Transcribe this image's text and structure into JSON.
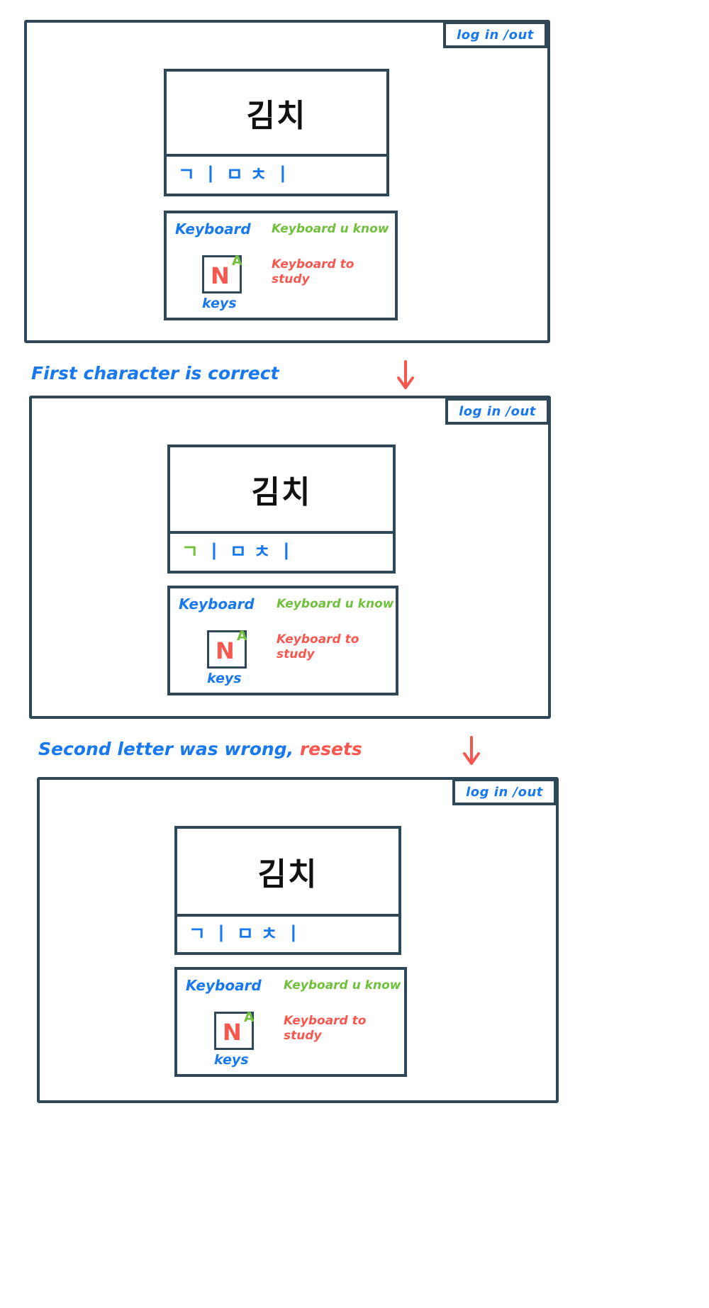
{
  "meta": {
    "ink_blue": "#1878f0",
    "ink_green": "#6fc13c",
    "ink_red": "#f8574f",
    "ink_outline": "#2f4858",
    "ink_black": "#111111"
  },
  "panels": [
    {
      "id": "state-initial",
      "login_button": "log in /out",
      "word_card": {
        "word": "김치",
        "jamo": [
          {
            "char": "ㄱ",
            "color": "#1878f0",
            "state": "pending"
          },
          {
            "char": "ㅣ",
            "color": "#1878f0",
            "state": "pending"
          },
          {
            "char": "ㅁ",
            "color": "#1878f0",
            "state": "pending"
          },
          {
            "char": "ㅊ",
            "color": "#1878f0",
            "state": "pending"
          },
          {
            "char": "ㅣ",
            "color": "#1878f0",
            "state": "pending"
          }
        ]
      },
      "keyboard": {
        "title": "Keyboard",
        "key": {
          "main": "N",
          "alt": "A"
        },
        "keys_label": "keys",
        "legend_known": "Keyboard u know",
        "legend_study": "Keyboard to\nstudy"
      }
    },
    {
      "id": "state-first-correct",
      "login_button": "log in /out",
      "word_card": {
        "word": "김치",
        "jamo": [
          {
            "char": "ㄱ",
            "color": "#6fc13c",
            "state": "correct"
          },
          {
            "char": "ㅣ",
            "color": "#1878f0",
            "state": "pending"
          },
          {
            "char": "ㅁ",
            "color": "#1878f0",
            "state": "pending"
          },
          {
            "char": "ㅊ",
            "color": "#1878f0",
            "state": "pending"
          },
          {
            "char": "ㅣ",
            "color": "#1878f0",
            "state": "pending"
          }
        ]
      },
      "keyboard": {
        "title": "Keyboard",
        "key": {
          "main": "N",
          "alt": "A"
        },
        "keys_label": "keys",
        "legend_known": "Keyboard u know",
        "legend_study": "Keyboard to\nstudy"
      }
    },
    {
      "id": "state-reset",
      "login_button": "log in /out",
      "word_card": {
        "word": "김치",
        "jamo": [
          {
            "char": "ㄱ",
            "color": "#1878f0",
            "state": "pending"
          },
          {
            "char": "ㅣ",
            "color": "#1878f0",
            "state": "pending"
          },
          {
            "char": "ㅁ",
            "color": "#1878f0",
            "state": "pending"
          },
          {
            "char": "ㅊ",
            "color": "#1878f0",
            "state": "pending"
          },
          {
            "char": "ㅣ",
            "color": "#1878f0",
            "state": "pending"
          }
        ]
      },
      "keyboard": {
        "title": "Keyboard",
        "key": {
          "main": "N",
          "alt": "A"
        },
        "keys_label": "keys",
        "legend_known": "Keyboard u know",
        "legend_study": "Keyboard to\nstudy"
      }
    }
  ],
  "annotations": [
    {
      "id": "annotation-1",
      "text_plain": "First character is correct",
      "parts": [
        {
          "text": "First  character  is  correct",
          "color": "#1878f0"
        }
      ],
      "arrow_color": "#f8574f"
    },
    {
      "id": "annotation-2",
      "text_plain": "Second  letter  was wrong, resets",
      "parts": [
        {
          "text": "Second   letter  was wrong,",
          "color": "#1878f0"
        },
        {
          "text": "resets",
          "color": "#f8574f"
        }
      ],
      "arrow_color": "#f8574f"
    }
  ]
}
